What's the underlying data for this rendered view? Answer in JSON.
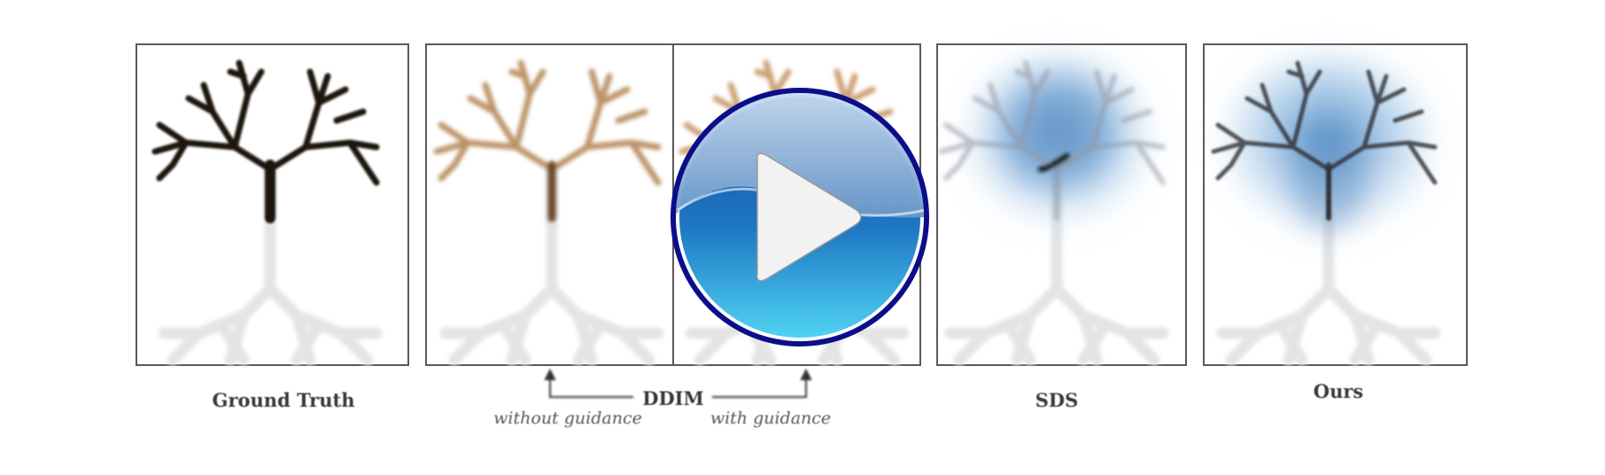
{
  "figure": {
    "labels": {
      "ground_truth": "Ground Truth",
      "ddim": "DDIM",
      "without_guidance": "without guidance",
      "with_guidance": "with guidance",
      "sds": "SDS",
      "ours": "Ours"
    },
    "colors": {
      "frame": "#5a5a5a",
      "branch_dark": "#1e120b",
      "branch_brown": "#b0804e",
      "branch_ghost": "#e4e4e4",
      "halo_blue": "#4a8ac4"
    }
  },
  "player": {
    "play_icon": "play-icon",
    "colors": {
      "ring": "#0a0e8a",
      "top": "#b8d0ea",
      "bottom": "#2f8fd0",
      "glyph": "#f2f2f2"
    }
  }
}
